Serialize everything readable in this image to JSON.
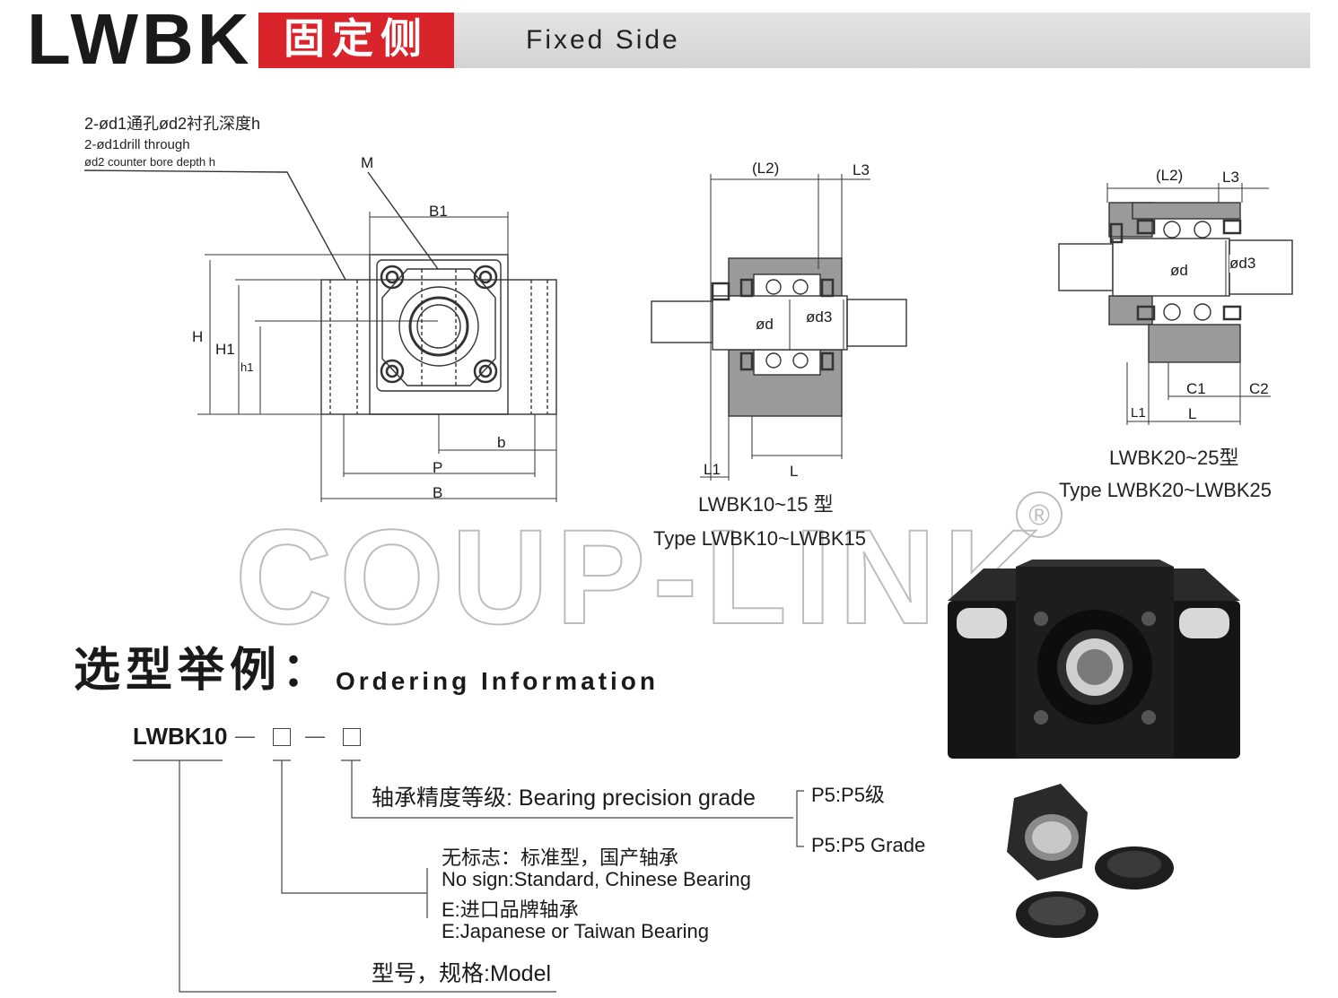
{
  "header": {
    "series": "LWBK",
    "name_cn": "固定侧",
    "name_en": "Fixed Side"
  },
  "drawing_notes": {
    "hole_cn": "2-ød1通孔ød2衬孔深度h",
    "hole_en_1": "2-ød1drill through",
    "hole_en_2": "ød2 counter bore depth h"
  },
  "dimension_labels": {
    "M": "M",
    "B1": "B1",
    "H": "H",
    "H1": "H1",
    "h1": "h1",
    "b": "b",
    "P": "P",
    "B": "B",
    "L2": "(L2)",
    "L3": "L3",
    "d": "ød",
    "d3": "ød3",
    "L1": "L1",
    "L": "L",
    "C1": "C1",
    "C2": "C2"
  },
  "captions": {
    "small_cn": "LWBK10~15 型",
    "small_en": "Type LWBK10~LWBK15",
    "large_cn": "LWBK20~25型",
    "large_en": "Type LWBK20~LWBK25"
  },
  "watermark": {
    "text": "COUP-LINK",
    "mark": "®"
  },
  "ordering": {
    "title_cn": "选型举例：",
    "title_en": "Ordering Information",
    "code": "LWBK10",
    "dash": "—",
    "precision_label": "轴承精度等级: Bearing precision grade",
    "p5_cn": "P5:P5级",
    "p5_en": "P5:P5 Grade",
    "bearing_cn_1": "无标志：标准型，国产轴承",
    "bearing_en_1": "No sign:Standard, Chinese Bearing",
    "bearing_cn_2": "E:进口品牌轴承",
    "bearing_en_2": "E:Japanese or Taiwan Bearing",
    "model_label": "型号，规格:Model"
  },
  "icons": [
    "registered-mark-icon",
    "product-photo",
    "parts-photo"
  ]
}
